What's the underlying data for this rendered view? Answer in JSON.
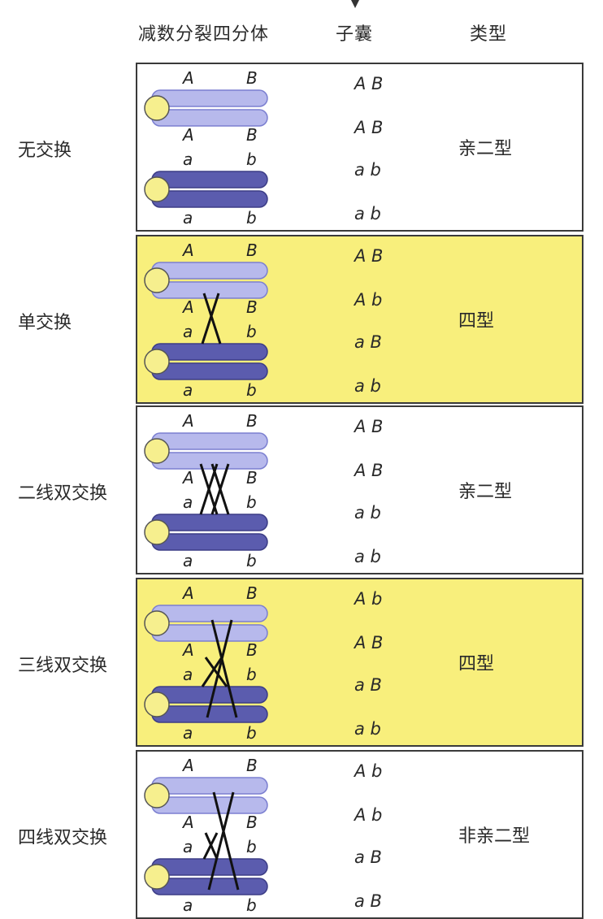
{
  "headers": {
    "tetrad": "减数分裂四分体",
    "ascus": "子囊",
    "type": "类型"
  },
  "rows": [
    {
      "label": "无交换",
      "spores": [
        "A B",
        "A B",
        "a b",
        "a b"
      ],
      "type": "亲二型",
      "bg": "#ffffff",
      "tetrad_labels": [
        "A",
        "B",
        "A",
        "B",
        "a",
        "b",
        "a",
        "b"
      ]
    },
    {
      "label": "单交换",
      "spores": [
        "A B",
        "A b",
        "a B",
        "a b"
      ],
      "type": "四型",
      "bg": "#f8ef7c",
      "tetrad_labels": [
        "A",
        "B",
        "A",
        "B",
        "a",
        "b",
        "a",
        "b"
      ]
    },
    {
      "label": "二线双交换",
      "spores": [
        "A B",
        "A B",
        "a b",
        "a b"
      ],
      "type": "亲二型",
      "bg": "#ffffff",
      "tetrad_labels": [
        "A",
        "B",
        "A",
        "B",
        "a",
        "b",
        "a",
        "b"
      ]
    },
    {
      "label": "三线双交换",
      "spores": [
        "A b",
        "A B",
        "a B",
        "a b"
      ],
      "type": "四型",
      "bg": "#f8ef7c",
      "tetrad_labels": [
        "A",
        "B",
        "A",
        "B",
        "a",
        "b",
        "a",
        "b"
      ]
    },
    {
      "label": "四线双交换",
      "spores": [
        "A b",
        "A b",
        "a B",
        "a B"
      ],
      "type": "非亲二型",
      "bg": "#ffffff",
      "tetrad_labels": [
        "A",
        "B",
        "A",
        "B",
        "a",
        "b",
        "a",
        "b"
      ]
    }
  ],
  "colors": {
    "light_chromatid": "#b7b9ec",
    "dark_chromatid": "#5b5cae",
    "centromere": "#f6ef8e",
    "yellow_bg": "#f8ef7c"
  }
}
